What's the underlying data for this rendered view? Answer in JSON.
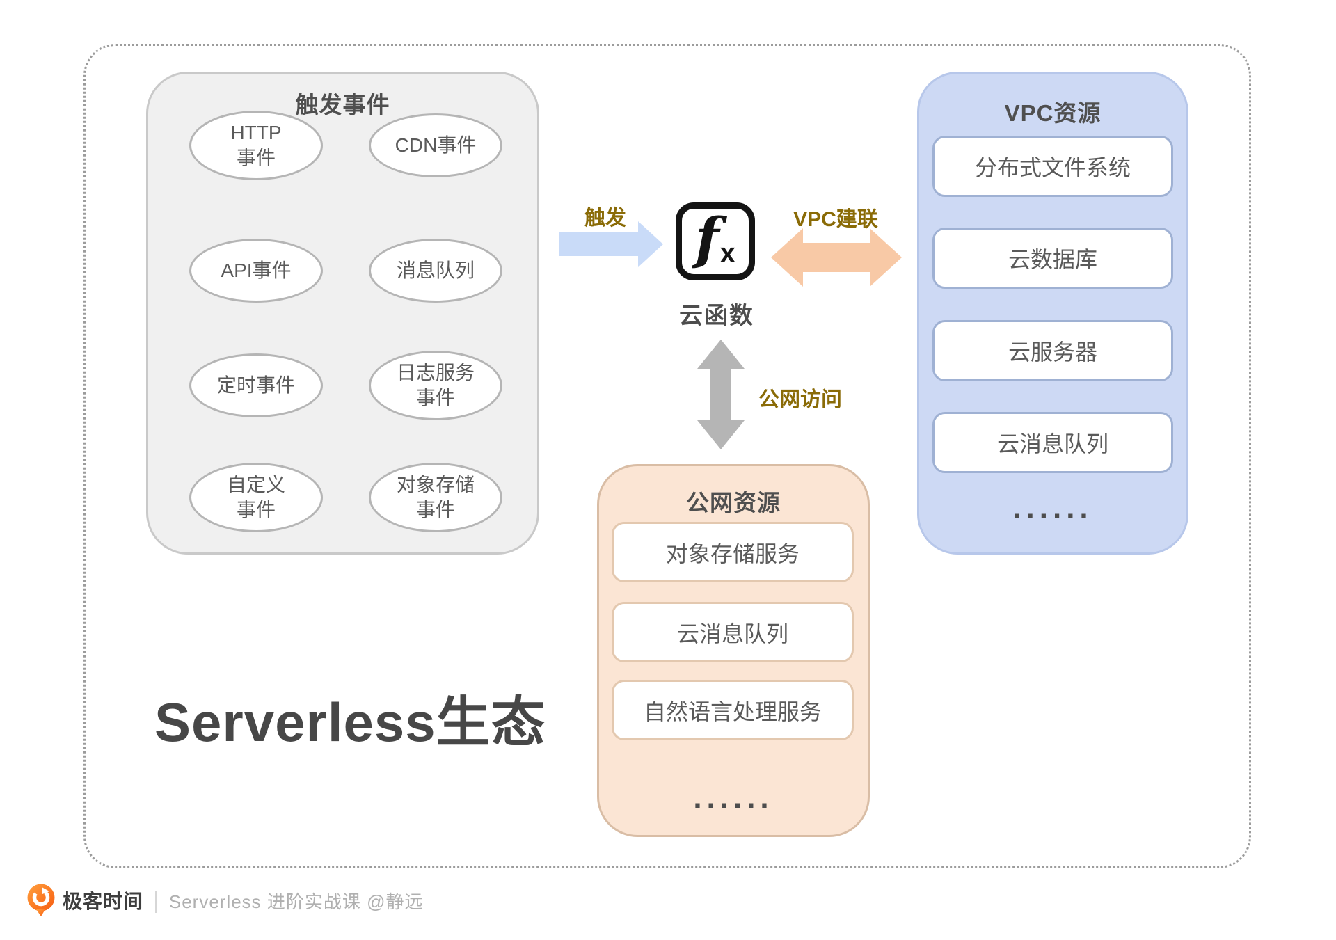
{
  "ecosystem": {
    "main_title": "Serverless生态",
    "trigger_box": {
      "title": "触发事件",
      "events": [
        {
          "label": "HTTP\n事件"
        },
        {
          "label": "CDN事件"
        },
        {
          "label": "API事件"
        },
        {
          "label": "消息队列"
        },
        {
          "label": "定时事件"
        },
        {
          "label": "日志服务\n事件"
        },
        {
          "label": "自定义\n事件"
        },
        {
          "label": "对象存储\n事件"
        }
      ]
    },
    "cloud_function": {
      "icon_f": "f",
      "icon_x": "x",
      "label": "云函数"
    },
    "edges": {
      "trigger_label": "触发",
      "vpc_label": "VPC建联",
      "public_label": "公网访问"
    },
    "vpc_box": {
      "title": "VPC资源",
      "items": [
        {
          "label": "分布式文件系统"
        },
        {
          "label": "云数据库"
        },
        {
          "label": "云服务器"
        },
        {
          "label": "云消息队列"
        }
      ],
      "more": "......"
    },
    "public_box": {
      "title": "公网资源",
      "items": [
        {
          "label": "对象存储服务"
        },
        {
          "label": "云消息队列"
        },
        {
          "label": "自然语言处理服务"
        }
      ],
      "more": "......"
    }
  },
  "footer": {
    "brand": "极客时间",
    "divider": "|",
    "course": "Serverless 进阶实战课 @静远"
  },
  "colors": {
    "gold_label": "#8a6b07",
    "blue_arrow": "#c9dbf8",
    "orange_arrow": "#f8c9a6",
    "gray_arrow": "#b5b5b5",
    "trigger_box_fill": "#f0f0f0",
    "vpc_box_fill": "#cdd9f4",
    "vpc_item_border": "#9fb1d3",
    "public_box_fill": "#fbe5d4",
    "public_item_border": "#e3c8af",
    "text_dark": "#4f4f4f",
    "logo_orange": "#f75c10"
  }
}
